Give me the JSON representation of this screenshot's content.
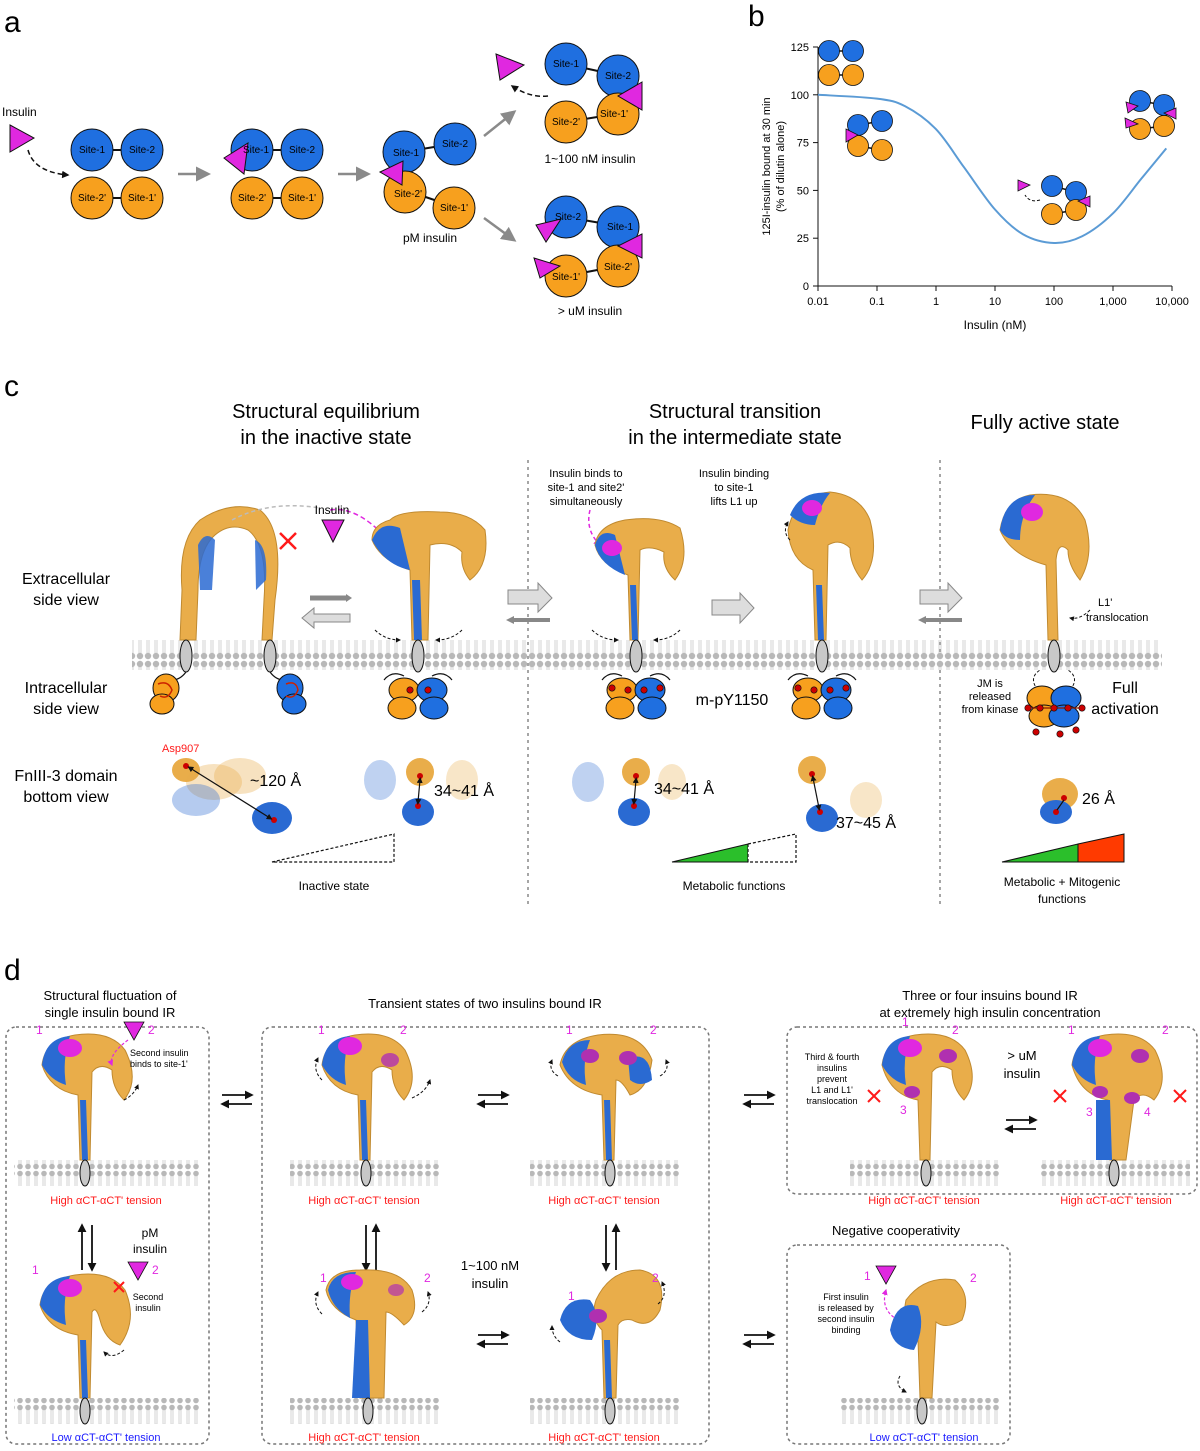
{
  "colors": {
    "blue": "#1f6fe0",
    "orange": "#f7a01e",
    "magenta": "#e028e0",
    "gold": "#e9ad4a",
    "deep_blue": "#2a6ad2",
    "red": "#ff1a1a",
    "tension_blue": "#1a1aff",
    "curve": "#5b9bd5",
    "green": "#2bbf2b",
    "red_orange": "#ff3a00"
  },
  "panel_a": {
    "label": "a",
    "insulin": "Insulin",
    "site1": "Site-1",
    "site2": "Site-2",
    "site2p": "Site-2'",
    "site1p": "Site-1'",
    "pm": "pM insulin",
    "nm": "1~100 nM insulin",
    "um": "> uM insulin"
  },
  "panel_b": {
    "label": "b"
  },
  "chart_data": {
    "type": "line",
    "xscale": "log",
    "xlabel": "Insulin (nM)",
    "ylabel_line1": "125I-insulin bound at 30 min",
    "ylabel_line2": "(% of dilutin alone)",
    "xlim": [
      0.01,
      10000
    ],
    "ylim": [
      0,
      125
    ],
    "xticks": [
      0.01,
      0.1,
      1,
      10,
      100,
      1000,
      10000
    ],
    "xtick_labels": [
      "0.01",
      "0.1",
      "1",
      "10",
      "100",
      "1,000",
      "10,000"
    ],
    "yticks": [
      0,
      25,
      50,
      75,
      100,
      125
    ],
    "ytick_labels": [
      "0",
      "25",
      "50",
      "75",
      "100",
      "125"
    ],
    "grid": false,
    "series": [
      {
        "x": [
          0.01,
          0.1,
          0.3,
          1,
          3,
          10,
          30,
          100,
          300,
          1000,
          3000,
          8000
        ],
        "y": [
          100,
          98,
          94,
          82,
          62,
          40,
          27,
          22.5,
          26,
          38,
          56,
          72
        ]
      }
    ]
  },
  "panel_c": {
    "label": "c",
    "title1a": "Structural equilibrium",
    "title1b": "in the inactive state",
    "title2a": "Structural transition",
    "title2b": "in the intermediate state",
    "title3": "Fully active state",
    "row1a": "Extracellular",
    "row1b": "side view",
    "row2a": "Intracellular",
    "row2b": "side view",
    "row3a": "FnIII-3 domain",
    "row3b": "bottom view",
    "insulin": "Insulin",
    "note1a": "Insulin binds to",
    "note1b": "site-1 and site2'",
    "note1c": "simultaneously",
    "note2a": "Insulin binding",
    "note2b": "to site-1",
    "note2c": "lifts L1 up",
    "l1p_a": "L1'",
    "l1p_b": "translocation",
    "mpy": "m-pY1150",
    "jm_a": "JM is",
    "jm_b": "released",
    "jm_c": "from kinase",
    "full_a": "Full",
    "full_b": "activation",
    "asp": "Asp907",
    "d1": "~120 Å",
    "d2": "34~41 Å",
    "d3": "34~41 Å",
    "d4": "37~45 Å",
    "d5": "26 Å",
    "inactive": "Inactive state",
    "metabolic": "Metabolic functions",
    "mito_a": "Metabolic + Mitogenic",
    "mito_b": "functions"
  },
  "panel_d": {
    "label": "d",
    "t1a": "Structural fluctuation of",
    "t1b": "single insulin bound IR",
    "t2": "Transient states of two insulins bound IR",
    "t3a": "Three or four insuins bound IR",
    "t3b": "at extremely high insulin concentration",
    "t4": "Negative cooperativity",
    "n1": "1",
    "n2": "2",
    "n3": "3",
    "n4": "4",
    "second_a": "Second insulin",
    "second_b": "binds to site-1'",
    "second2_a": "Second",
    "second2_b": "insulin",
    "pm_a": "pM",
    "pm_b": "insulin",
    "nm_a": "1~100 nM",
    "nm_b": "insulin",
    "um_a": "> uM",
    "um_b": "insulin",
    "third_a": "Third & fourth",
    "third_b": "insulins",
    "third_c": "prevent",
    "third_d": "L1 and L1'",
    "third_e": "translocation",
    "first_a": "First insulin",
    "first_b": "is released by",
    "first_c": "second insulin",
    "first_d": "binding",
    "high": "High αCT-αCT' tension",
    "low": "Low αCT-αCT' tension"
  }
}
